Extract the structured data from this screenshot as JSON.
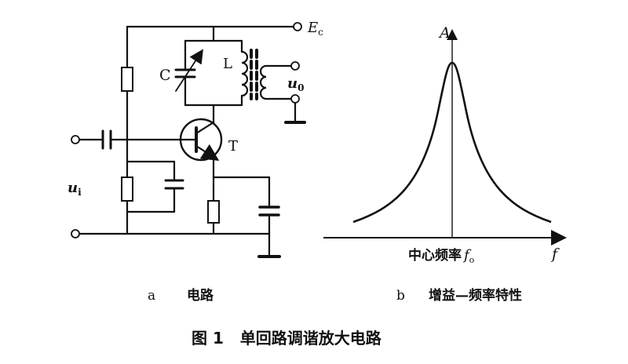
{
  "figure": {
    "caption": "图 1   单回路调谐放大电路",
    "panel_a": {
      "letter": "a",
      "title": "电路",
      "labels": {
        "supply": "E",
        "supply_sub": "c",
        "capacitor": "C",
        "inductor": "L",
        "transistor": "T",
        "input": "u",
        "input_sub": "i",
        "output": "u",
        "output_sub": "0"
      }
    },
    "panel_b": {
      "letter": "b",
      "title": "增益—频率特性",
      "y_axis_label": "A",
      "x_axis_label": "f",
      "center_label": "中心频率",
      "center_symbol": "f",
      "center_symbol_sub": "o"
    }
  }
}
